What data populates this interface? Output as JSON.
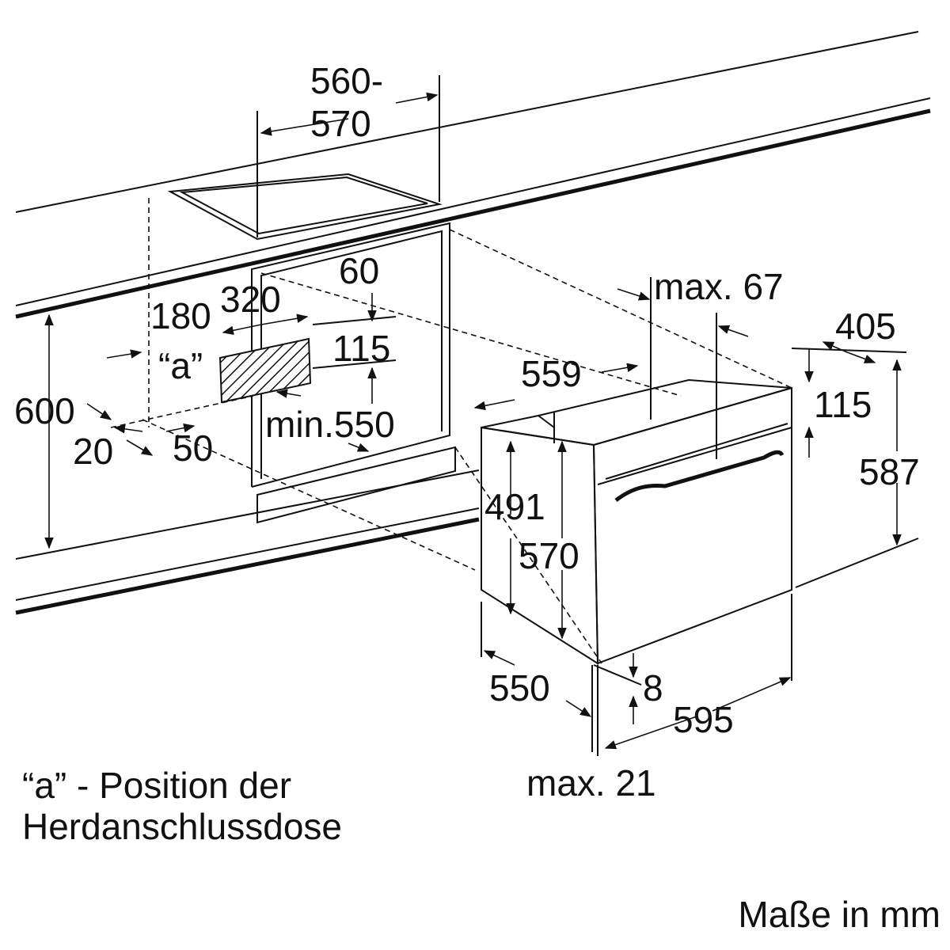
{
  "labels": {
    "hob_width_top": "560-",
    "hob_width_bottom": "570",
    "dim_60": "60",
    "dim_320": "320",
    "dim_180": "180",
    "socket_marker": "“a”",
    "dim_115_left": "115",
    "dim_600": "600",
    "min_550": "min.550",
    "dim_20": "20",
    "dim_50": "50",
    "dim_559": "559",
    "max_67": "max. 67",
    "dim_405": "405",
    "dim_115_right": "115",
    "dim_587": "587",
    "dim_491": "491",
    "dim_570": "570",
    "dim_550": "550",
    "dim_8": "8",
    "dim_595": "595",
    "max_21": "max. 21"
  },
  "caption": {
    "line1": "“a” - Position der",
    "line2": "Herdanschlussdose"
  },
  "units": "Maße in mm"
}
